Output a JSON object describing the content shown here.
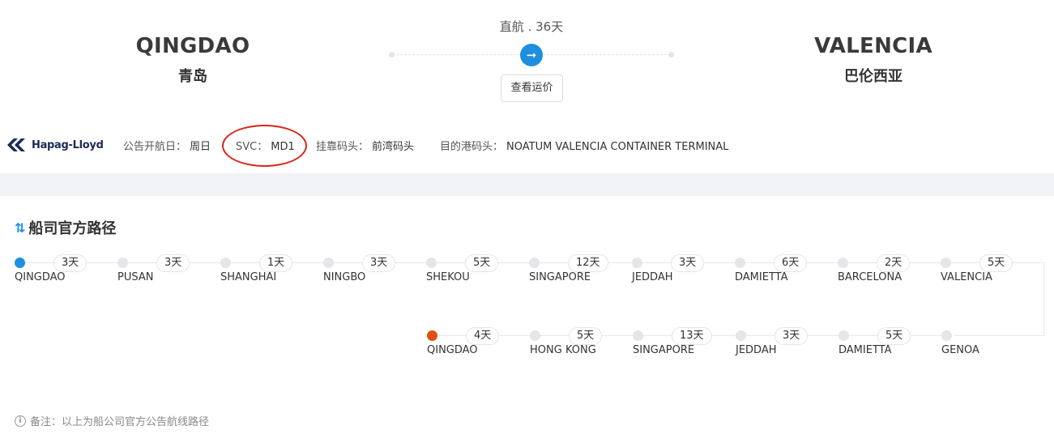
{
  "header": {
    "origin": {
      "en": "QINGDAO",
      "cn": "青岛"
    },
    "destination": {
      "en": "VALENCIA",
      "cn": "巴伦西亚"
    },
    "transit": "直航 . 36天",
    "rate_button": "查看运价",
    "arrow_icon": "arrow-right-icon"
  },
  "info": {
    "carrier": "Hapag-Lloyd",
    "sail_day_label": "公告开航日：",
    "sail_day_value": "周日",
    "svc_label": "SVC：",
    "svc_value": "MD1",
    "berth_label": "挂靠码头：",
    "berth_value": "前湾码头",
    "dest_terminal_label": "目的港码头：",
    "dest_terminal_value": "NOATUM VALENCIA CONTAINER TERMINAL",
    "highlight_color": "#d9261c"
  },
  "route": {
    "title": "船司官方路径",
    "title_icon": "swap-vertical-icon",
    "row1": [
      {
        "port": "QINGDAO",
        "days": "3天"
      },
      {
        "port": "PUSAN",
        "days": "3天"
      },
      {
        "port": "SHANGHAI",
        "days": "1天"
      },
      {
        "port": "NINGBO",
        "days": "3天"
      },
      {
        "port": "SHEKOU",
        "days": "5天"
      },
      {
        "port": "SINGAPORE",
        "days": "12天"
      },
      {
        "port": "JEDDAH",
        "days": "3天"
      },
      {
        "port": "DAMIETTA",
        "days": "6天"
      },
      {
        "port": "BARCELONA",
        "days": "2天"
      },
      {
        "port": "VALENCIA",
        "days": "5天"
      }
    ],
    "row2": [
      {
        "port": "QINGDAO",
        "days": "4天"
      },
      {
        "port": "HONG KONG",
        "days": "5天"
      },
      {
        "port": "SINGAPORE",
        "days": "13天"
      },
      {
        "port": "JEDDAH",
        "days": "3天"
      },
      {
        "port": "DAMIETTA",
        "days": "5天"
      },
      {
        "port": "GENOA",
        "days": ""
      }
    ]
  },
  "note": "备注：以上为船公司官方公告航线路径",
  "colors": {
    "accent": "#1e8fdf",
    "row2_start": "#e04e12"
  }
}
